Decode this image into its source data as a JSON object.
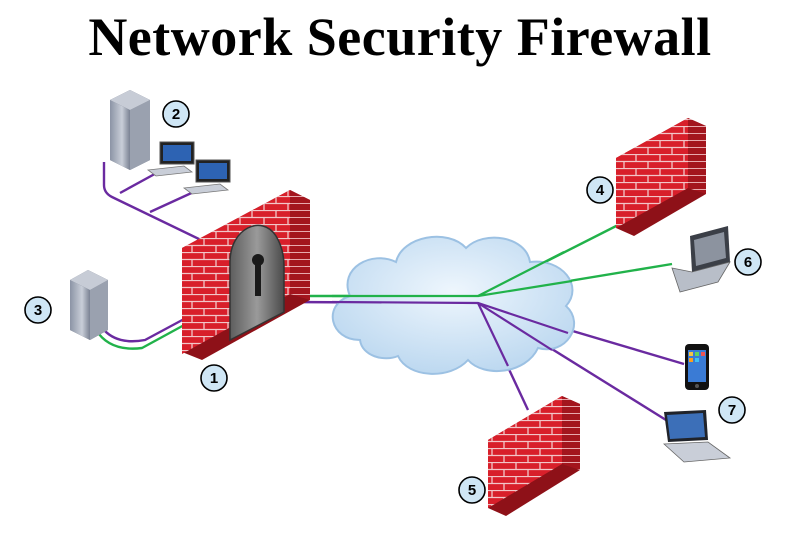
{
  "title": "Network Security Firewall",
  "colors": {
    "brick": "#d81f2a",
    "brick_dark": "#8e1118",
    "mortar": "#f2c6c8",
    "cloud": "#cfe3f5",
    "link_green": "#21b24a",
    "link_purple": "#6a2aa0",
    "badge_fill": "#cfe6f5"
  },
  "badges": [
    "1",
    "2",
    "3",
    "4",
    "5",
    "6",
    "7"
  ]
}
